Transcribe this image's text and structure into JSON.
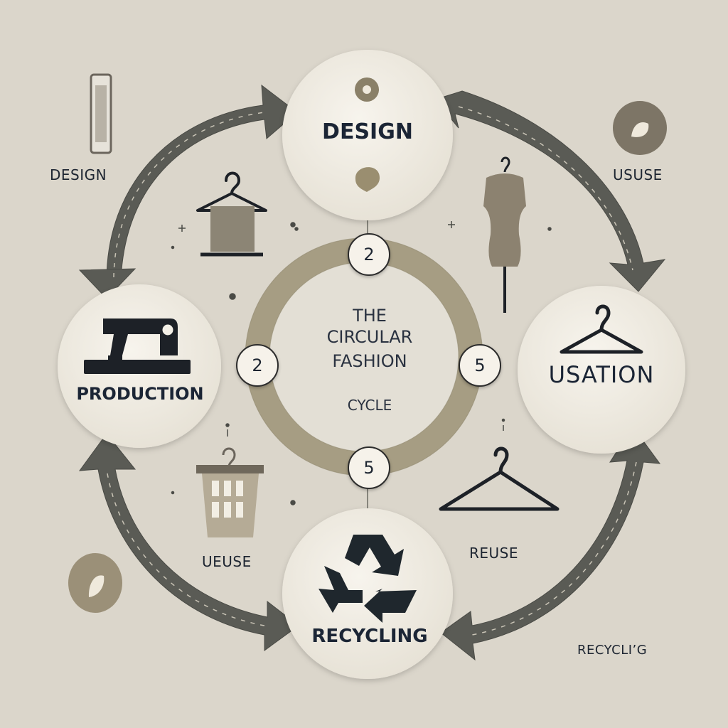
{
  "center": {
    "line1": "THE",
    "line2": "CIRCULAR",
    "line3": "FASHION",
    "line4": "CYCLE"
  },
  "nodes": {
    "design": "DESIGN",
    "production": "PRODUCTION",
    "usation": "USATION",
    "recycling": "RECYCLING"
  },
  "badges": {
    "top": "2",
    "left": "2",
    "right": "5",
    "bottom": "5"
  },
  "side_labels": {
    "top_left": "DESIGN",
    "top_right": "USUSE",
    "bottom_left": "UEUSE",
    "bottom_right": "REUSE",
    "corner": "RECYCLI’G"
  },
  "icons": {
    "design_node": "blob-icon",
    "production_node": "sewing-machine-icon",
    "usation_node": "hanger-icon",
    "recycling_node": "recycle-icon",
    "top_left_decor": "fabric-roll-icon",
    "top_right_decor": "leaf-badge-icon",
    "hanger_rack": "hanger-rack-icon",
    "mannequin": "mannequin-icon",
    "laundry_basket": "laundry-basket-icon",
    "hanger_lower": "hanger-icon",
    "bottom_left_decor": "leaf-badge-icon"
  },
  "colors": {
    "background": "#dbd6cb",
    "node_fill": "#f3efe6",
    "arrow": "#5a5b55",
    "ring": "#9c9377",
    "ink": "#1d2531"
  }
}
